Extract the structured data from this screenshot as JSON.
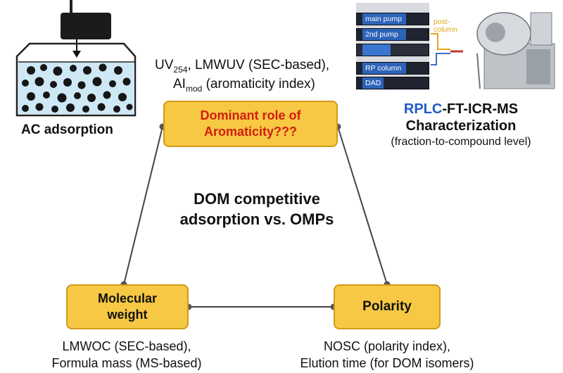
{
  "ac": {
    "label": "AC adsorption"
  },
  "top_annotation": {
    "line1": {
      "a": "UV",
      "sub1": "254",
      "b": ", LMWUV (SEC-based),"
    },
    "line2": {
      "a": "AI",
      "sub": "mod",
      "b": " (aromaticity index)"
    }
  },
  "nodes": {
    "aromaticity": {
      "line1": "Dominant role of",
      "line2": "Aromaticity???",
      "color": "#d21d10"
    },
    "molecular_weight": {
      "line1": "Molecular",
      "line2": "weight"
    },
    "polarity": {
      "label": "Polarity"
    }
  },
  "center": {
    "line1": "DOM competitive",
    "line2": "adsorption vs. OMPs"
  },
  "instrument": {
    "rows": [
      "main pump",
      "2nd pump",
      "RP column",
      "DAD"
    ],
    "second_pump_sup": "nd",
    "post_column_line1": "post-",
    "post_column_line2": "column",
    "title_part1": "RPLC",
    "title_part2": "-FT-ICR-MS",
    "title_line2": "Characterization",
    "subtitle": "(fraction-to-compound level)",
    "rplc_color": "#1f5bc4"
  },
  "bottom_left": {
    "line1": "LMWOC (SEC-based),",
    "line2": "Formula mass (MS-based)"
  },
  "bottom_right": {
    "line1": "NOSC (polarity index),",
    "line2": "Elution time (for DOM isomers)"
  },
  "colors": {
    "box_fill": "#f6c843",
    "box_border": "#d19a1a",
    "connector": "#444444"
  }
}
